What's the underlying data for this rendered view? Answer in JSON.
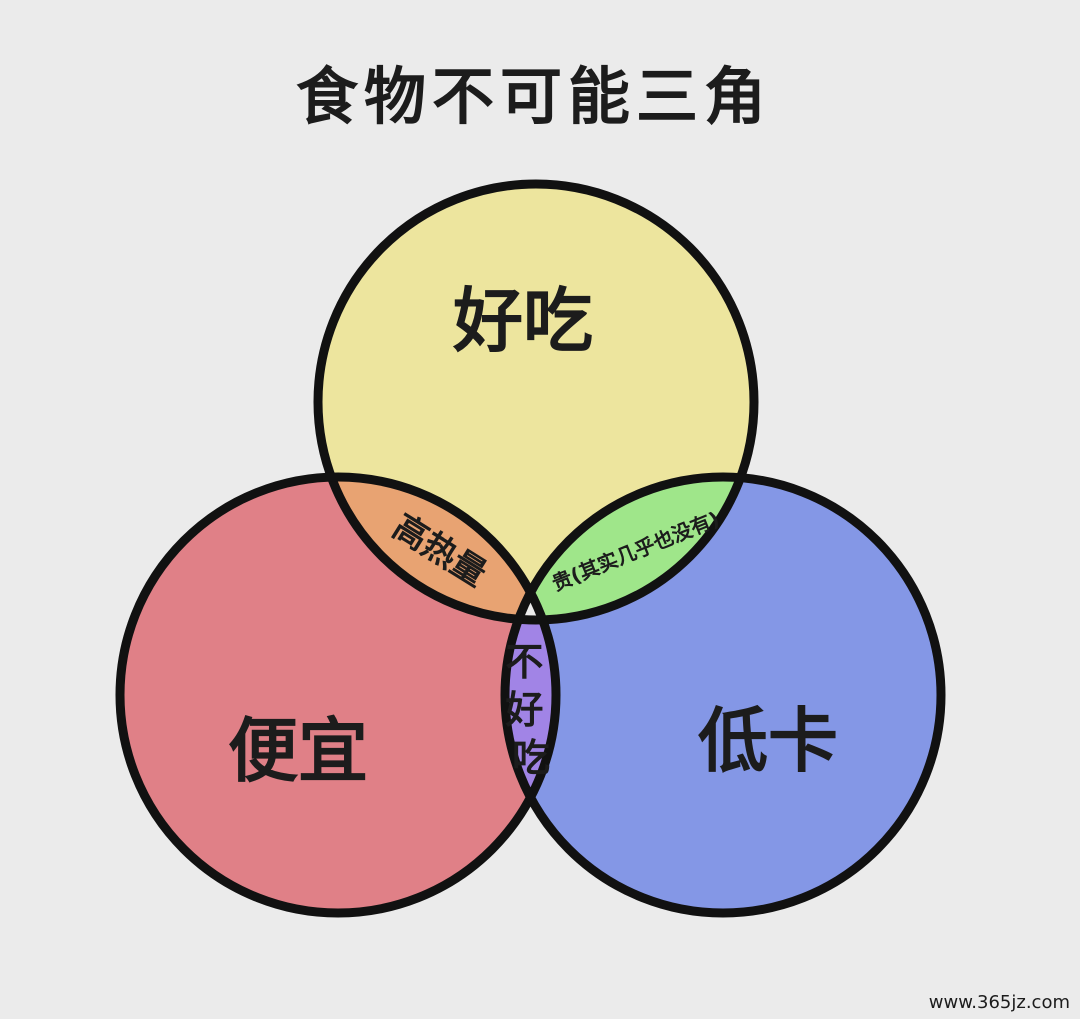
{
  "title": "食物不可能三角",
  "sets": {
    "top": {
      "label": "好吃",
      "color": "#ede59e"
    },
    "left": {
      "label": "便宜",
      "color": "#e08087"
    },
    "right": {
      "label": "低卡",
      "color": "#8497e6"
    }
  },
  "intersections": {
    "top_left": {
      "label": "高热量",
      "color": "#e8a372"
    },
    "top_right": {
      "label": "贵(其实几乎也没有)",
      "color": "#9fe68a"
    },
    "left_right": {
      "label": "不好吃",
      "color": "#a184e6"
    },
    "center_color": "#ebebeb"
  },
  "outline_color": "#111111",
  "watermark": "www.365jz.com"
}
